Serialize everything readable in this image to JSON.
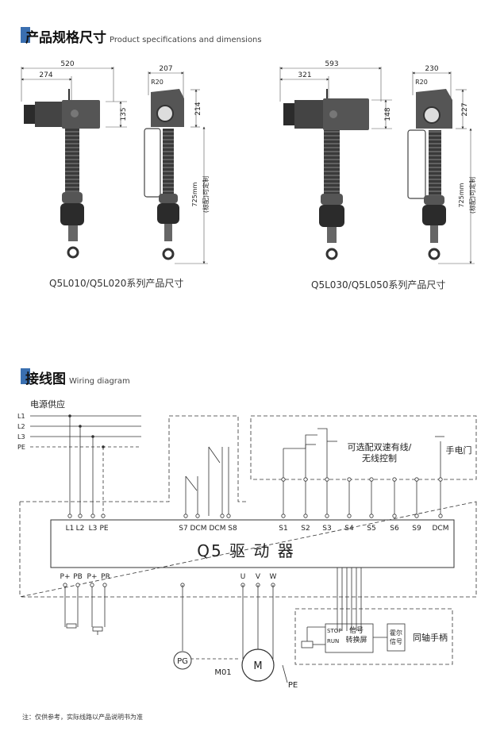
{
  "spec_section": {
    "title": "产品规格尺寸",
    "subtitle": "Product specifications and dimensions"
  },
  "hoist_left": {
    "overall_width": "520",
    "hook_offset": "274",
    "body_height": "135",
    "side_width": "207",
    "side_height": "214",
    "hook_radius": "R20",
    "lift_length": "725mm",
    "lift_note": "(标配)可定制",
    "caption": "Q5L010/Q5L020系列产品尺寸"
  },
  "hoist_right": {
    "overall_width": "593",
    "hook_offset": "321",
    "body_height": "148",
    "side_width": "230",
    "side_height": "227",
    "hook_radius": "R20",
    "lift_length": "725mm",
    "lift_note": "(标配)可定制",
    "caption": "Q5L030/Q5L050系列产品尺寸"
  },
  "wiring_section": {
    "title": "接线图",
    "subtitle": "Wiring diagram"
  },
  "wiring": {
    "power_supply": "电源供应",
    "power_lines": [
      "L1",
      "L2",
      "L3",
      "PE"
    ],
    "driver_label": "Q5 驱 动 器",
    "top_terminals": [
      "L1",
      "L2",
      "L3",
      "PE",
      "S7",
      "DCM",
      "DCM",
      "S8",
      "S1",
      "S2",
      "S3",
      "S4",
      "S5",
      "S6",
      "S9",
      "DCM"
    ],
    "bottom_terminals": [
      "P+",
      "PB",
      "P+",
      "PR",
      "U",
      "V",
      "W"
    ],
    "optional_control": "可选配双速有线/",
    "optional_control_2": "无线控制",
    "hand_latch": "手电门",
    "stop": "STOP",
    "run": "RUN",
    "signal_converter": "信号",
    "signal_converter_2": "转换屏",
    "hall_signal": "霍尔",
    "hall_signal_2": "信号",
    "coaxial_handle": "同轴手柄",
    "pg": "PG",
    "motor": "M",
    "motor_id": "M01",
    "pe_ground": "PE"
  },
  "footnote": "注：仅供参考，实际线路以产品说明书为准",
  "colors": {
    "accent": "#3a6fb0",
    "line": "#333333",
    "hoist_dark": "#2b2b2b"
  }
}
